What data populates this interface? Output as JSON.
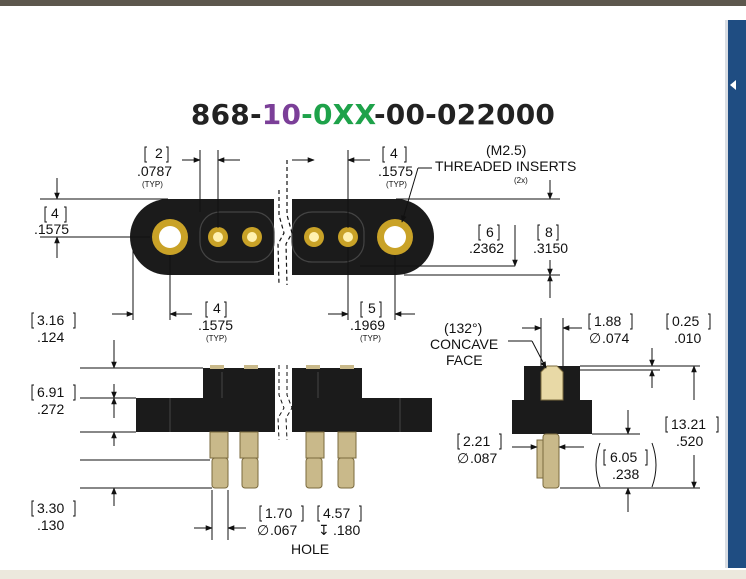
{
  "colors": {
    "background": "#ffffff",
    "top_bar": "#5d574d",
    "bottom_bar": "#ece8dd",
    "side_tab": "#1f4d82",
    "part_number_base": "#222222",
    "part_number_accent_1": "#7b3f98",
    "part_number_accent_2": "#1ea24a",
    "body": "#222222",
    "gold": "#c9a227",
    "pin": "#c9b98a"
  },
  "part_number": {
    "prefix": "868-",
    "variant_a": "10",
    "dash_1": "-",
    "variant_b": "0XX",
    "suffix": "-00-022000"
  },
  "callouts": {
    "pitch_small_mm": "2",
    "pitch_small_in": ".0787",
    "pitch_small_note": "(TYP)",
    "pitch_top_right_mm": "4",
    "pitch_top_right_in": ".1575",
    "pitch_top_right_note": "(TYP)",
    "threaded_size": "(M2.5)",
    "threaded_label": "THREADED INSERTS",
    "threaded_qty": "(2x)",
    "height_left_mm": "4",
    "height_left_in": ".1575",
    "width_a_mm": "6",
    "width_a_in": ".2362",
    "width_b_mm": "8",
    "width_b_in": ".3150",
    "offset_left_mm": "4",
    "offset_left_in": ".1575",
    "offset_left_note": "(TYP)",
    "offset_right_mm": "5",
    "offset_right_in": ".1969",
    "offset_right_note": "(TYP)",
    "flange_mm": "3.16",
    "flange_in": ".124",
    "body_mm": "6.91",
    "body_in": ".272",
    "tail_mm": "3.30",
    "tail_in": ".130",
    "hole_dia_mm": "1.70",
    "hole_dia_in": ".067",
    "hole_depth_mm": "4.57",
    "hole_depth_in": ".180",
    "hole_label": "HOLE",
    "concave_angle": "(132°)",
    "concave_label_1": "CONCAVE",
    "concave_label_2": "FACE",
    "tip_dia_mm": "1.88",
    "tip_dia_in": ".074",
    "tip_recess_mm": "0.25",
    "tip_recess_in": ".010",
    "pin_dia_mm": "2.21",
    "pin_dia_in": ".087",
    "overall_mm": "13.21",
    "overall_in": ".520",
    "ref_mm": "6.05",
    "ref_in": ".238"
  }
}
